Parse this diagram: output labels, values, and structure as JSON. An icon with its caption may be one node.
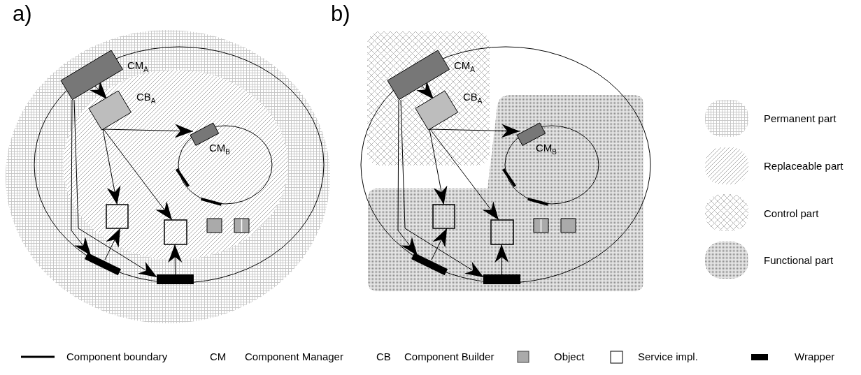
{
  "diagram": {
    "nodes": [
      {
        "text": [],
        "shape": "box",
        "beside": [
          "CM$_{A}$"
        ]
      },
      {
        "text": [],
        "shape": "box",
        "beside": [
          "CB$_{A}$"
        ]
      },
      {
        "text": [],
        "shape": "box",
        "beside": [
          "CM$_{B}$"
        ]
      },
      {
        "text": [],
        "shape": "box"
      },
      {
        "text": [],
        "shape": "box"
      },
      {
        "text": [],
        "shape": "box"
      },
      {
        "text": [],
        "shape": "box"
      },
      {
        "text": [],
        "shape": "bar"
      },
      {
        "text": [],
        "shape": "bar"
      },
      {
        "text": [],
        "shape": "bar"
      },
      {
        "text": [],
        "shape": "bar"
      },
      {
        "text": [],
        "shape": "box",
        "beside": [
          "CM$_{A}$"
        ]
      },
      {
        "text": [],
        "shape": "box",
        "beside": [
          "CB$_{A}$"
        ]
      },
      {
        "text": [],
        "shape": "box",
        "beside": [
          "CM$_{B}$"
        ]
      },
      {
        "text": [],
        "shape": "box"
      },
      {
        "text": [],
        "shape": "box"
      },
      {
        "text": [],
        "shape": "box"
      },
      {
        "text": [],
        "shape": "box"
      },
      {
        "text": [],
        "shape": "bar"
      },
      {
        "text": [],
        "shape": "bar"
      },
      {
        "text": [],
        "shape": "bar"
      },
      {
        "text": [],
        "shape": "bar"
      }
    ],
    "edges": [
      {
        "from": 0,
        "to": 1,
        "arrow": "to"
      },
      {
        "from": 1,
        "to": 2,
        "arrow": "to"
      },
      {
        "from": 1,
        "to": 3,
        "arrow": "to"
      },
      {
        "from": 1,
        "to": 4,
        "arrow": "to"
      },
      {
        "from": 0,
        "to": 7,
        "arrow": "to"
      },
      {
        "from": 0,
        "to": 8,
        "arrow": "to"
      },
      {
        "from": 7,
        "to": 3,
        "arrow": "to"
      },
      {
        "from": 8,
        "to": 4,
        "arrow": "to"
      },
      {
        "from": 11,
        "to": 12,
        "arrow": "to"
      },
      {
        "from": 12,
        "to": 13,
        "arrow": "to"
      },
      {
        "from": 12,
        "to": 14,
        "arrow": "to"
      },
      {
        "from": 12,
        "to": 15,
        "arrow": "to"
      },
      {
        "from": 11,
        "to": 18,
        "arrow": "to"
      },
      {
        "from": 11,
        "to": 19,
        "arrow": "to"
      },
      {
        "from": 18,
        "to": 14,
        "arrow": "to"
      },
      {
        "from": 19,
        "to": 15,
        "arrow": "to"
      }
    ],
    "labels": [
      "a)",
      "b)",
      "CM",
      "Component Manager",
      "CB",
      "Component Builder"
    ],
    "legend": [
      {
        "text": "Permanent part"
      },
      {
        "text": "Replaceable part"
      },
      {
        "text": "Control part"
      },
      {
        "text": "Functional part"
      },
      {
        "text": "Component boundary"
      },
      {
        "text": "Object"
      },
      {
        "text": "Service impl."
      },
      {
        "text": "Wrapper",
        "color": "#000000"
      }
    ]
  }
}
